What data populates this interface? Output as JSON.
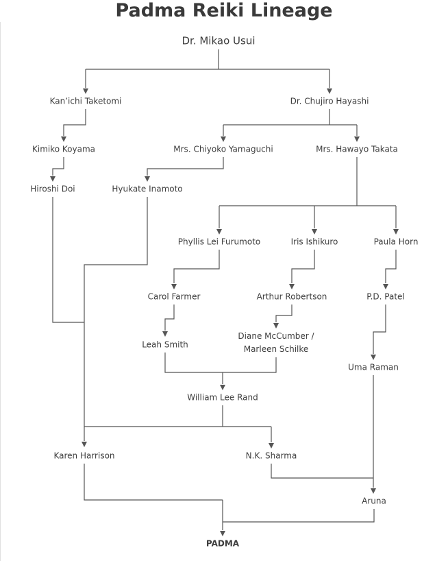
{
  "title": "Padma Reiki Lineage",
  "colors": {
    "line": "#555555",
    "text": "#3d3d3d",
    "title": "#3a3a3a"
  },
  "nodes": {
    "usui": "Dr. Mikao Usui",
    "taketomi": "Kan’ichi Taketomi",
    "hayashi": "Dr. Chujiro Hayashi",
    "koyama": "Kimiko Koyama",
    "yamaguchi": "Mrs. Chiyoko Yamaguchi",
    "takata": "Mrs. Hawayo Takata",
    "doi": "Hiroshi Doi",
    "inamoto": "Hyukate Inamoto",
    "furumoto": "Phyllis Lei Furumoto",
    "ishikuro": "Iris Ishikuro",
    "horn": "Paula Horn",
    "farmer": "Carol Farmer",
    "robertson": "Arthur Robertson",
    "patel": "P.D. Patel",
    "smith": "Leah Smith",
    "mccumber_1": "Diane McCumber /",
    "mccumber_2": "Marleen Schilke",
    "raman": "Uma Raman",
    "rand": "William Lee Rand",
    "harrison": "Karen Harrison",
    "sharma": "N.K. Sharma",
    "aruna": "Aruna",
    "padma": "PADMA"
  }
}
